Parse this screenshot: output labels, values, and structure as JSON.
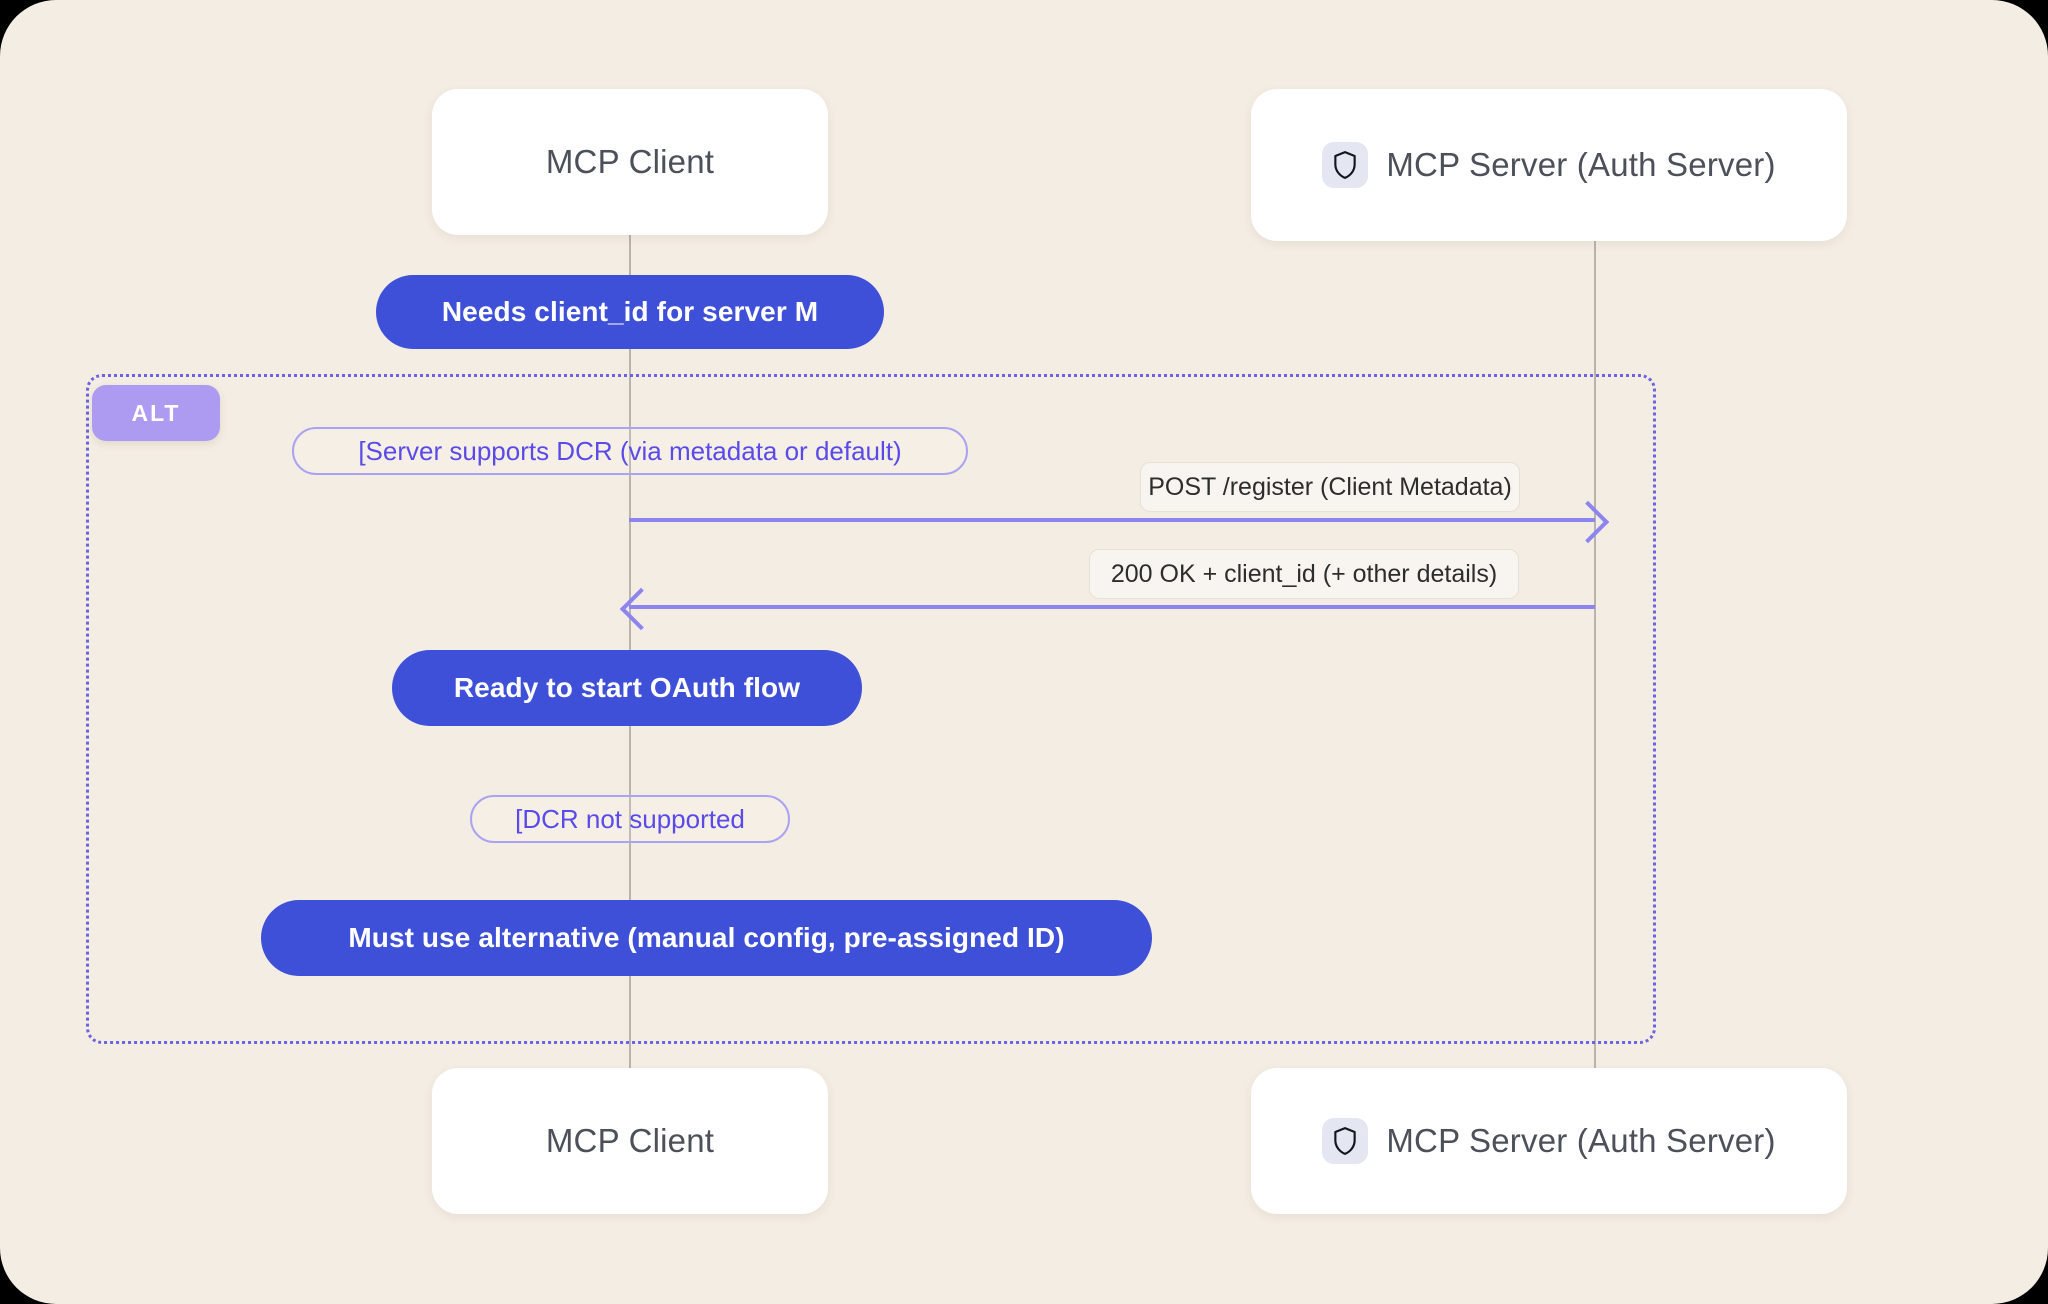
{
  "diagram": {
    "type": "sequence-diagram",
    "background_color": "#F4EDE3",
    "accent_color": "#3F50D8",
    "arrow_color": "#8C85F0",
    "frame_color": "#6C63E0"
  },
  "participants": [
    {
      "id": "client",
      "label": "MCP Client",
      "icon": null
    },
    {
      "id": "server",
      "label": "MCP Server (Auth Server)",
      "icon": "shield-icon"
    }
  ],
  "notes": {
    "needs_client_id": "Needs client_id for server M",
    "ready_oauth": "Ready to start OAuth flow",
    "must_use_alternative": "Must use alternative (manual config, pre-assigned ID)"
  },
  "fragment": {
    "kind": "ALT",
    "conditions": [
      "[Server supports DCR (via metadata or default)",
      "[DCR not supported"
    ]
  },
  "messages": [
    {
      "id": "register_request",
      "label": "POST /register (Client Metadata)",
      "from": "client",
      "to": "server",
      "direction": "right"
    },
    {
      "id": "register_response",
      "label": "200 OK + client_id (+ other details)",
      "from": "server",
      "to": "client",
      "direction": "left"
    }
  ]
}
